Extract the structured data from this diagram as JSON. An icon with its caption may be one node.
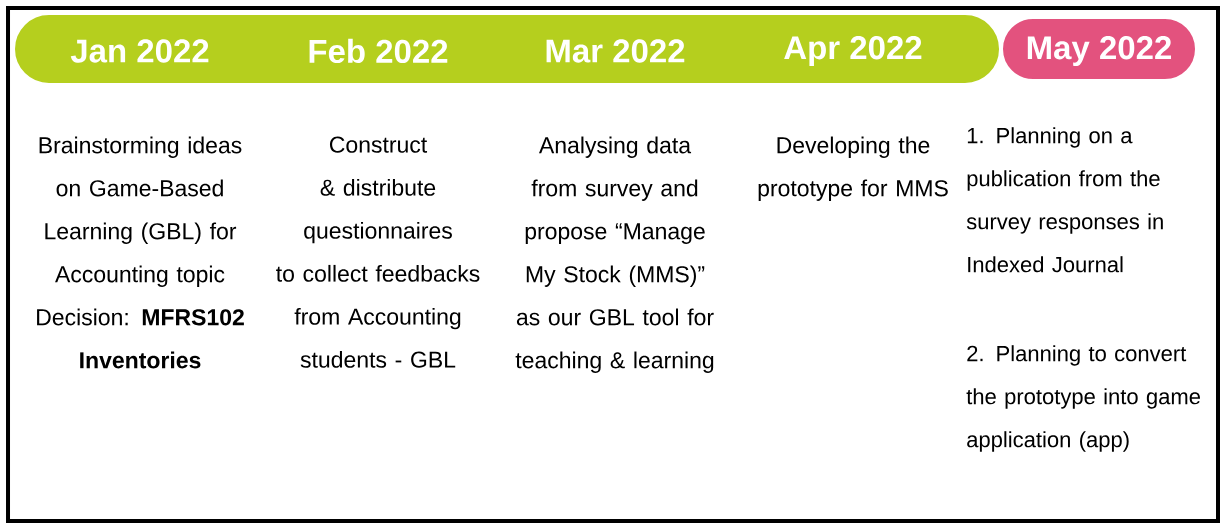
{
  "diagram": {
    "nodes": [
      {
        "text": [
          "Jan 2022",
          "Feb 2022",
          "Mar 2022",
          "Apr 2022"
        ]
      },
      {
        "text": [
          "May 2022"
        ]
      }
    ],
    "labels": [
      "Brainstorming ideas on Game-Based Learning (GBL) for Accounting topic Decision: **MFRS102 Inventories**",
      "Construct & distribute questionnaires to collect feedbacks from Accounting students - GBL",
      "Analysing data from survey and propose “Manage My Stock (MMS)” as our GBL tool for teaching & learning",
      "Developing the prototype for MMS",
      "1. Planning on a publication from the survey responses in Indexed Journal",
      "2. Planning to convert the prototype into game application (app)"
    ]
  }
}
